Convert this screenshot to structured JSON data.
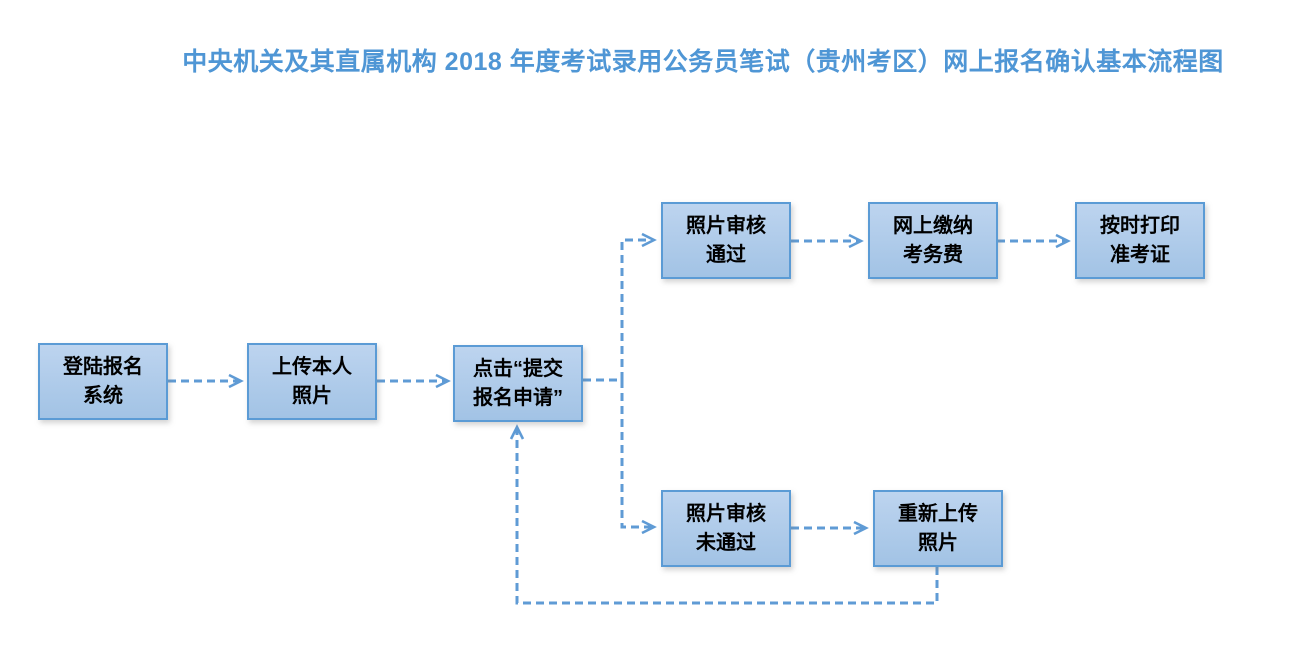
{
  "title": "中央机关及其直属机构 2018 年度考试录用公务员笔试（贵州考区）网上报名确认基本流程图",
  "colors": {
    "title_text": "#4f96d5",
    "box_border": "#5b9bd5",
    "box_fill_top": "#bdd4ef",
    "box_fill_bottom": "#a2c3e5",
    "arrow": "#5f9bd5",
    "node_text": "#000000",
    "background": "#ffffff"
  },
  "flowchart": {
    "nodes": [
      {
        "id": "login",
        "line1": "登陆报名",
        "line2": "系统"
      },
      {
        "id": "upload",
        "line1": "上传本人",
        "line2": "照片"
      },
      {
        "id": "submit",
        "line1": "点击“提交",
        "line2": "报名申请”"
      },
      {
        "id": "pass",
        "line1": "照片审核",
        "line2": "通过"
      },
      {
        "id": "pay",
        "line1": "网上缴纳",
        "line2": "考务费"
      },
      {
        "id": "print",
        "line1": "按时打印",
        "line2": "准考证"
      },
      {
        "id": "fail",
        "line1": "照片审核",
        "line2": "未通过"
      },
      {
        "id": "reupload",
        "line1": "重新上传",
        "line2": "照片"
      }
    ],
    "edges": [
      {
        "from": "login",
        "to": "upload",
        "style": "dashed-arrow"
      },
      {
        "from": "upload",
        "to": "submit",
        "style": "dashed-arrow"
      },
      {
        "from": "submit",
        "to": "pass",
        "style": "dashed-arrow"
      },
      {
        "from": "submit",
        "to": "fail",
        "style": "dashed-arrow"
      },
      {
        "from": "pass",
        "to": "pay",
        "style": "dashed-arrow"
      },
      {
        "from": "pay",
        "to": "print",
        "style": "dashed-arrow"
      },
      {
        "from": "fail",
        "to": "reupload",
        "style": "dashed-arrow"
      },
      {
        "from": "reupload",
        "to": "submit",
        "style": "dashed-arrow-loop"
      }
    ]
  }
}
